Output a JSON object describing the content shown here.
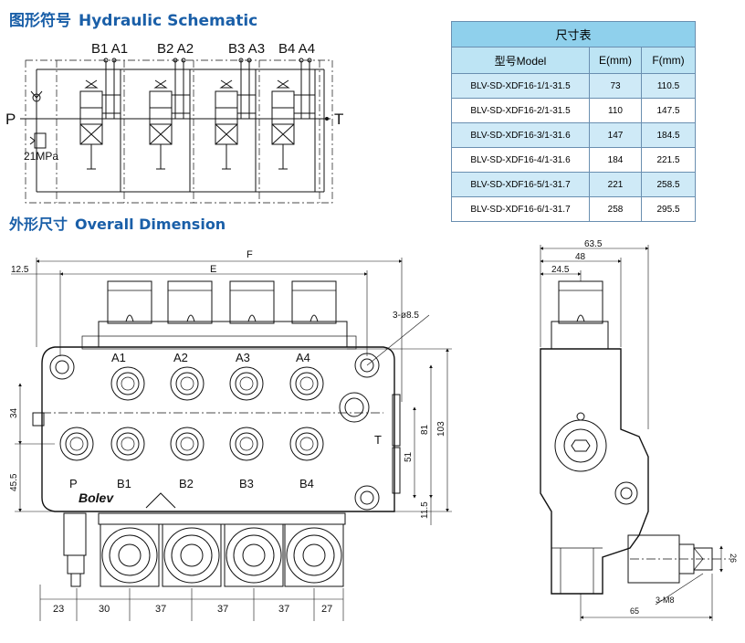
{
  "sections": {
    "hydraulic": {
      "cn": "图形符号",
      "en": "Hydraulic Schematic"
    },
    "dimension": {
      "cn": "外形尺寸",
      "en": "Overall Dimension"
    }
  },
  "schematic": {
    "port_pairs": [
      "B1 A1",
      "B2 A2",
      "B3 A3",
      "B4 A4"
    ],
    "port_p": "P",
    "port_t": "T",
    "relief_pressure": "21MPa"
  },
  "table": {
    "title": "尺寸表",
    "columns": [
      "型号Model",
      "E(mm)",
      "F(mm)"
    ],
    "rows": [
      {
        "model": "BLV-SD-XDF16-1/1-31.5",
        "e": "73",
        "f": "110.5"
      },
      {
        "model": "BLV-SD-XDF16-2/1-31.5",
        "e": "110",
        "f": "147.5"
      },
      {
        "model": "BLV-SD-XDF16-3/1-31.6",
        "e": "147",
        "f": "184.5"
      },
      {
        "model": "BLV-SD-XDF16-4/1-31.6",
        "e": "184",
        "f": "221.5"
      },
      {
        "model": "BLV-SD-XDF16-5/1-31.7",
        "e": "221",
        "f": "258.5"
      },
      {
        "model": "BLV-SD-XDF16-6/1-31.7",
        "e": "258",
        "f": "295.5"
      }
    ]
  },
  "front_view": {
    "brand": "Bolev",
    "top_ports": [
      "A1",
      "A2",
      "A3",
      "A4"
    ],
    "bottom_ports": [
      "P",
      "B1",
      "B2",
      "B3",
      "B4"
    ],
    "tank_port": "T",
    "dims": {
      "F": "F",
      "E": "E",
      "left_offset": "12.5",
      "hole": "3-ø8.5",
      "h34": "34",
      "h45_5": "45.5",
      "h103": "103",
      "h81": "81",
      "h51": "51",
      "h11_5": "11.5",
      "bottom": [
        "23",
        "30",
        "37",
        "37",
        "37",
        "27"
      ]
    }
  },
  "side_view": {
    "dims": {
      "d63_5": "63.5",
      "d48": "48",
      "d24_5": "24.5",
      "d65": "65",
      "d26": "26",
      "thread": "3-M8"
    }
  }
}
